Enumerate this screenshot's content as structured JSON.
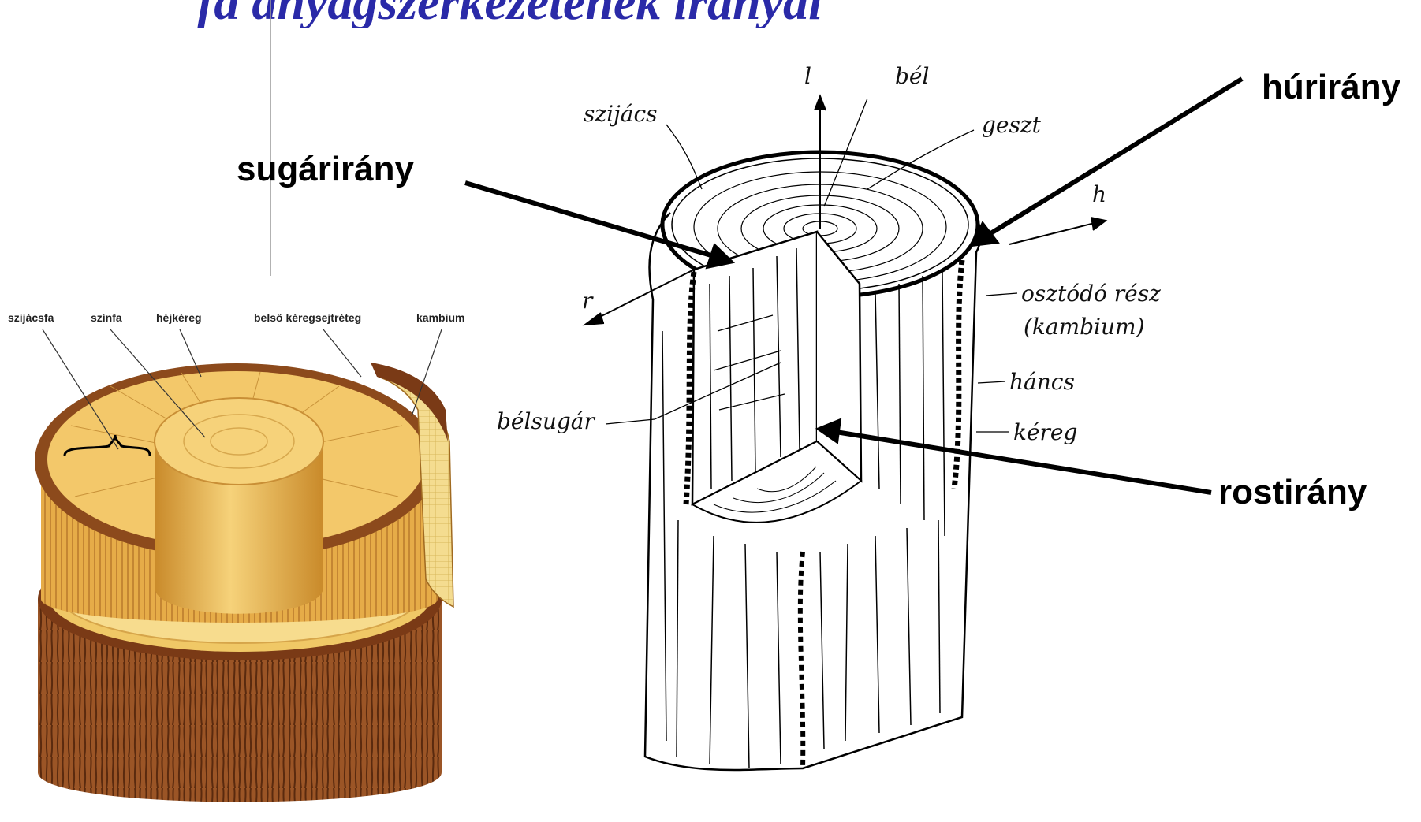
{
  "title": {
    "text": "fa anyagszerkezetének irányai"
  },
  "left_diagram": {
    "labels": {
      "szijacsfa": "szijácsfa",
      "szinfa": "színfa",
      "hejkereg": "héjkéreg",
      "belso_kereg": "belső kéregsejtréteg",
      "kambium": "kambium"
    }
  },
  "right_diagram": {
    "labels": {
      "l": "l",
      "bel": "bél",
      "geszt": "geszt",
      "szijacs": "szijács",
      "h": "h",
      "r": "r",
      "osztodo": "osztódó rész",
      "kambium": "(kambium)",
      "hancs": "háncs",
      "kereg": "kéreg",
      "belsugar": "bélsugár"
    }
  },
  "directions": {
    "huriranyt": "húrirány",
    "sugariranyt": "sugárirány",
    "rostiranyt": "rostirány"
  },
  "colors": {
    "title": "#2a2aa8",
    "wood": "#e8b84a",
    "bark": "#8b4a1e",
    "line": "#000000"
  }
}
